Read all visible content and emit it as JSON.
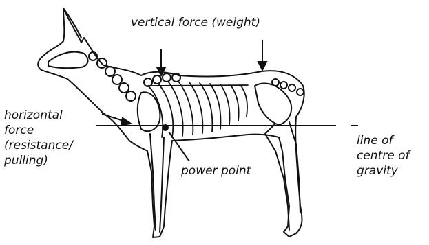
{
  "labels": {
    "vertical_force": "vertical force (weight)",
    "horizontal_force": "horizontal\nforce\n(resistance/\npulling)",
    "power_point": "power point",
    "centre_of_gravity": "line of\ncentre of\ngravity"
  },
  "colors": {
    "ink": "#111111",
    "background": "#ffffff"
  }
}
